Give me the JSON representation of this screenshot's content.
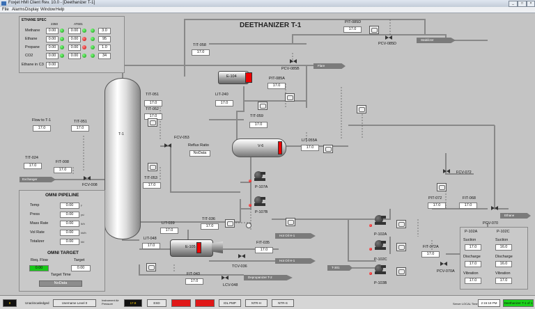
{
  "window": {
    "title": "Foxjet HMI Client Rev. 10.0 - [Deethanizer T-1]"
  },
  "menu": [
    "File",
    "Alarms",
    "Display",
    "Window",
    "Help"
  ],
  "spec": {
    "header": "ETHANE SPEC",
    "col1": "2350",
    "col2": "AT601",
    "rows": [
      {
        "name": "Methane",
        "a": "0.00",
        "b": "0.00",
        "c": "3.0",
        "dot1": "g",
        "dot2": "g",
        "dot3": "g"
      },
      {
        "name": "Ethane",
        "a": "0.00",
        "b": "0.00",
        "c": "95",
        "dot1": "g",
        "dot2": "r",
        "dot3": "g"
      },
      {
        "name": "Propane",
        "a": "0.00",
        "b": "0.00",
        "c": "1.0",
        "dot1": "g",
        "dot2": "r",
        "dot3": "g"
      },
      {
        "name": "CO2",
        "a": "0.00",
        "b": "0.00",
        "c": "34",
        "dot1": "g",
        "dot2": "g",
        "dot3": "g"
      },
      {
        "name": "Ethane in C3",
        "a": "0.00"
      }
    ]
  },
  "title": "DEETHANIZER T-1",
  "tags": {
    "pit085d": {
      "name": "PIT-085D",
      "value": "17.0"
    },
    "pcv085d": "PCV-085D",
    "tit058": {
      "name": "TIT-058",
      "value": "17.0"
    },
    "pcv085b": "PCV-085B",
    "e104": "E-104",
    "pit085a": {
      "name": "PIT-085A",
      "value": "17.0"
    },
    "lit240": {
      "name": "LIT-240",
      "value": "17.0"
    },
    "tit051": {
      "name": "TIT-051",
      "value": "17.0"
    },
    "tit052": {
      "name": "TIT-052",
      "value": "17.0"
    },
    "tit059": {
      "name": "TIT-059",
      "value": "17.0"
    },
    "fcv053": "FCV-053",
    "reflux": {
      "name": "Reflux Ratio",
      "value": "NoData"
    },
    "v6": "V-6",
    "lit055a": {
      "name": "LIT-055A",
      "value": "17.0"
    },
    "tit053": {
      "name": "TIT-053",
      "value": "17.0"
    },
    "flowtot1": {
      "name": "Flow to T-1",
      "value": "17.0"
    },
    "tit051b": {
      "name": "TIT-051",
      "value": "17.0"
    },
    "tit024": {
      "name": "TIT-024",
      "value": "17.0"
    },
    "fit008": {
      "name": "FIT-008",
      "value": "17.0"
    },
    "fcv008": "FCV-008",
    "t1": "T-1",
    "fcv072": "FCV-072",
    "p107a": "P-107A",
    "p107b": "P-107B",
    "pit072": {
      "name": "PIT-072",
      "value": "17.0"
    },
    "fit068": {
      "name": "FIT-068",
      "value": "17.0"
    },
    "pcv070": "PCV-070",
    "lit039": {
      "name": "LIT-039",
      "value": "17.0"
    },
    "tit036": {
      "name": "TIT-036",
      "value": "17.0"
    },
    "lit048": {
      "name": "LIT-048",
      "value": "17.0"
    },
    "e105": "E-105",
    "fit035": {
      "name": "FIT-035",
      "value": "17.0"
    },
    "tcv036": "TCV-036",
    "fit043": {
      "name": "FIT-043",
      "value": "17.0"
    },
    "lcv048": "LCV-048",
    "p102a": "P-102A",
    "p102c": "P-102C",
    "p103b": "P-103B",
    "fit072a": {
      "name": "FIT-072A",
      "value": "17.0"
    },
    "pcv070a": "PCV-070A"
  },
  "arrows": {
    "stabilizer": "Stabilizer",
    "flare": "Flare",
    "ethane": "Ethane",
    "exchanger": "Exchanger",
    "hotoil1": "Hot Oil H-1",
    "hotoil2": "Hot Oil H-1",
    "deprop": "Depropanizer T-2",
    "t301": "T-301"
  },
  "omni": {
    "header": "OMNI PIPELINE",
    "rows": [
      {
        "name": "Temp",
        "value": "0.00",
        "unit": "F"
      },
      {
        "name": "Press",
        "value": "0.00",
        "unit": "psi"
      },
      {
        "name": "Mass Rate",
        "value": "0.00",
        "unit": "lb/h"
      },
      {
        "name": "Vol Rate",
        "value": "0.00",
        "unit": "bbl/h"
      },
      {
        "name": "Totalizer",
        "value": "0.00",
        "unit": "bbl"
      }
    ],
    "target_header": "OMNI TARGET",
    "req_flow_label": "Req. Flow",
    "target_label": "Target",
    "req_flow_value": "0.00",
    "target_value": "0.00",
    "target_time_label": "Target Time",
    "target_time_value": "NoData"
  },
  "pumps_panel": {
    "left_title": "P-102A",
    "right_title": "P-102C",
    "rows": [
      {
        "label": "Suction",
        "left": "17.0",
        "right": "16.0"
      },
      {
        "label": "Discharge",
        "left": "17.0",
        "right": "16.0"
      },
      {
        "label": "Vibration",
        "left": "17.0",
        "right": "17.0"
      }
    ]
  },
  "status": {
    "count": "8",
    "b1": "Unacknowledged",
    "b2": "Username Level 0",
    "b3": "Instrument Air Pressure",
    "b3val": "17.8",
    "b4": "ESD",
    "b5": "",
    "b6": "",
    "b7": "IDL PMP",
    "b8": "NTR-H",
    "b9": "NTR-S",
    "server": "Server LOCAL Time",
    "time": "2:15:18 PM",
    "ds": "Deethanizer T-1 of 1"
  }
}
